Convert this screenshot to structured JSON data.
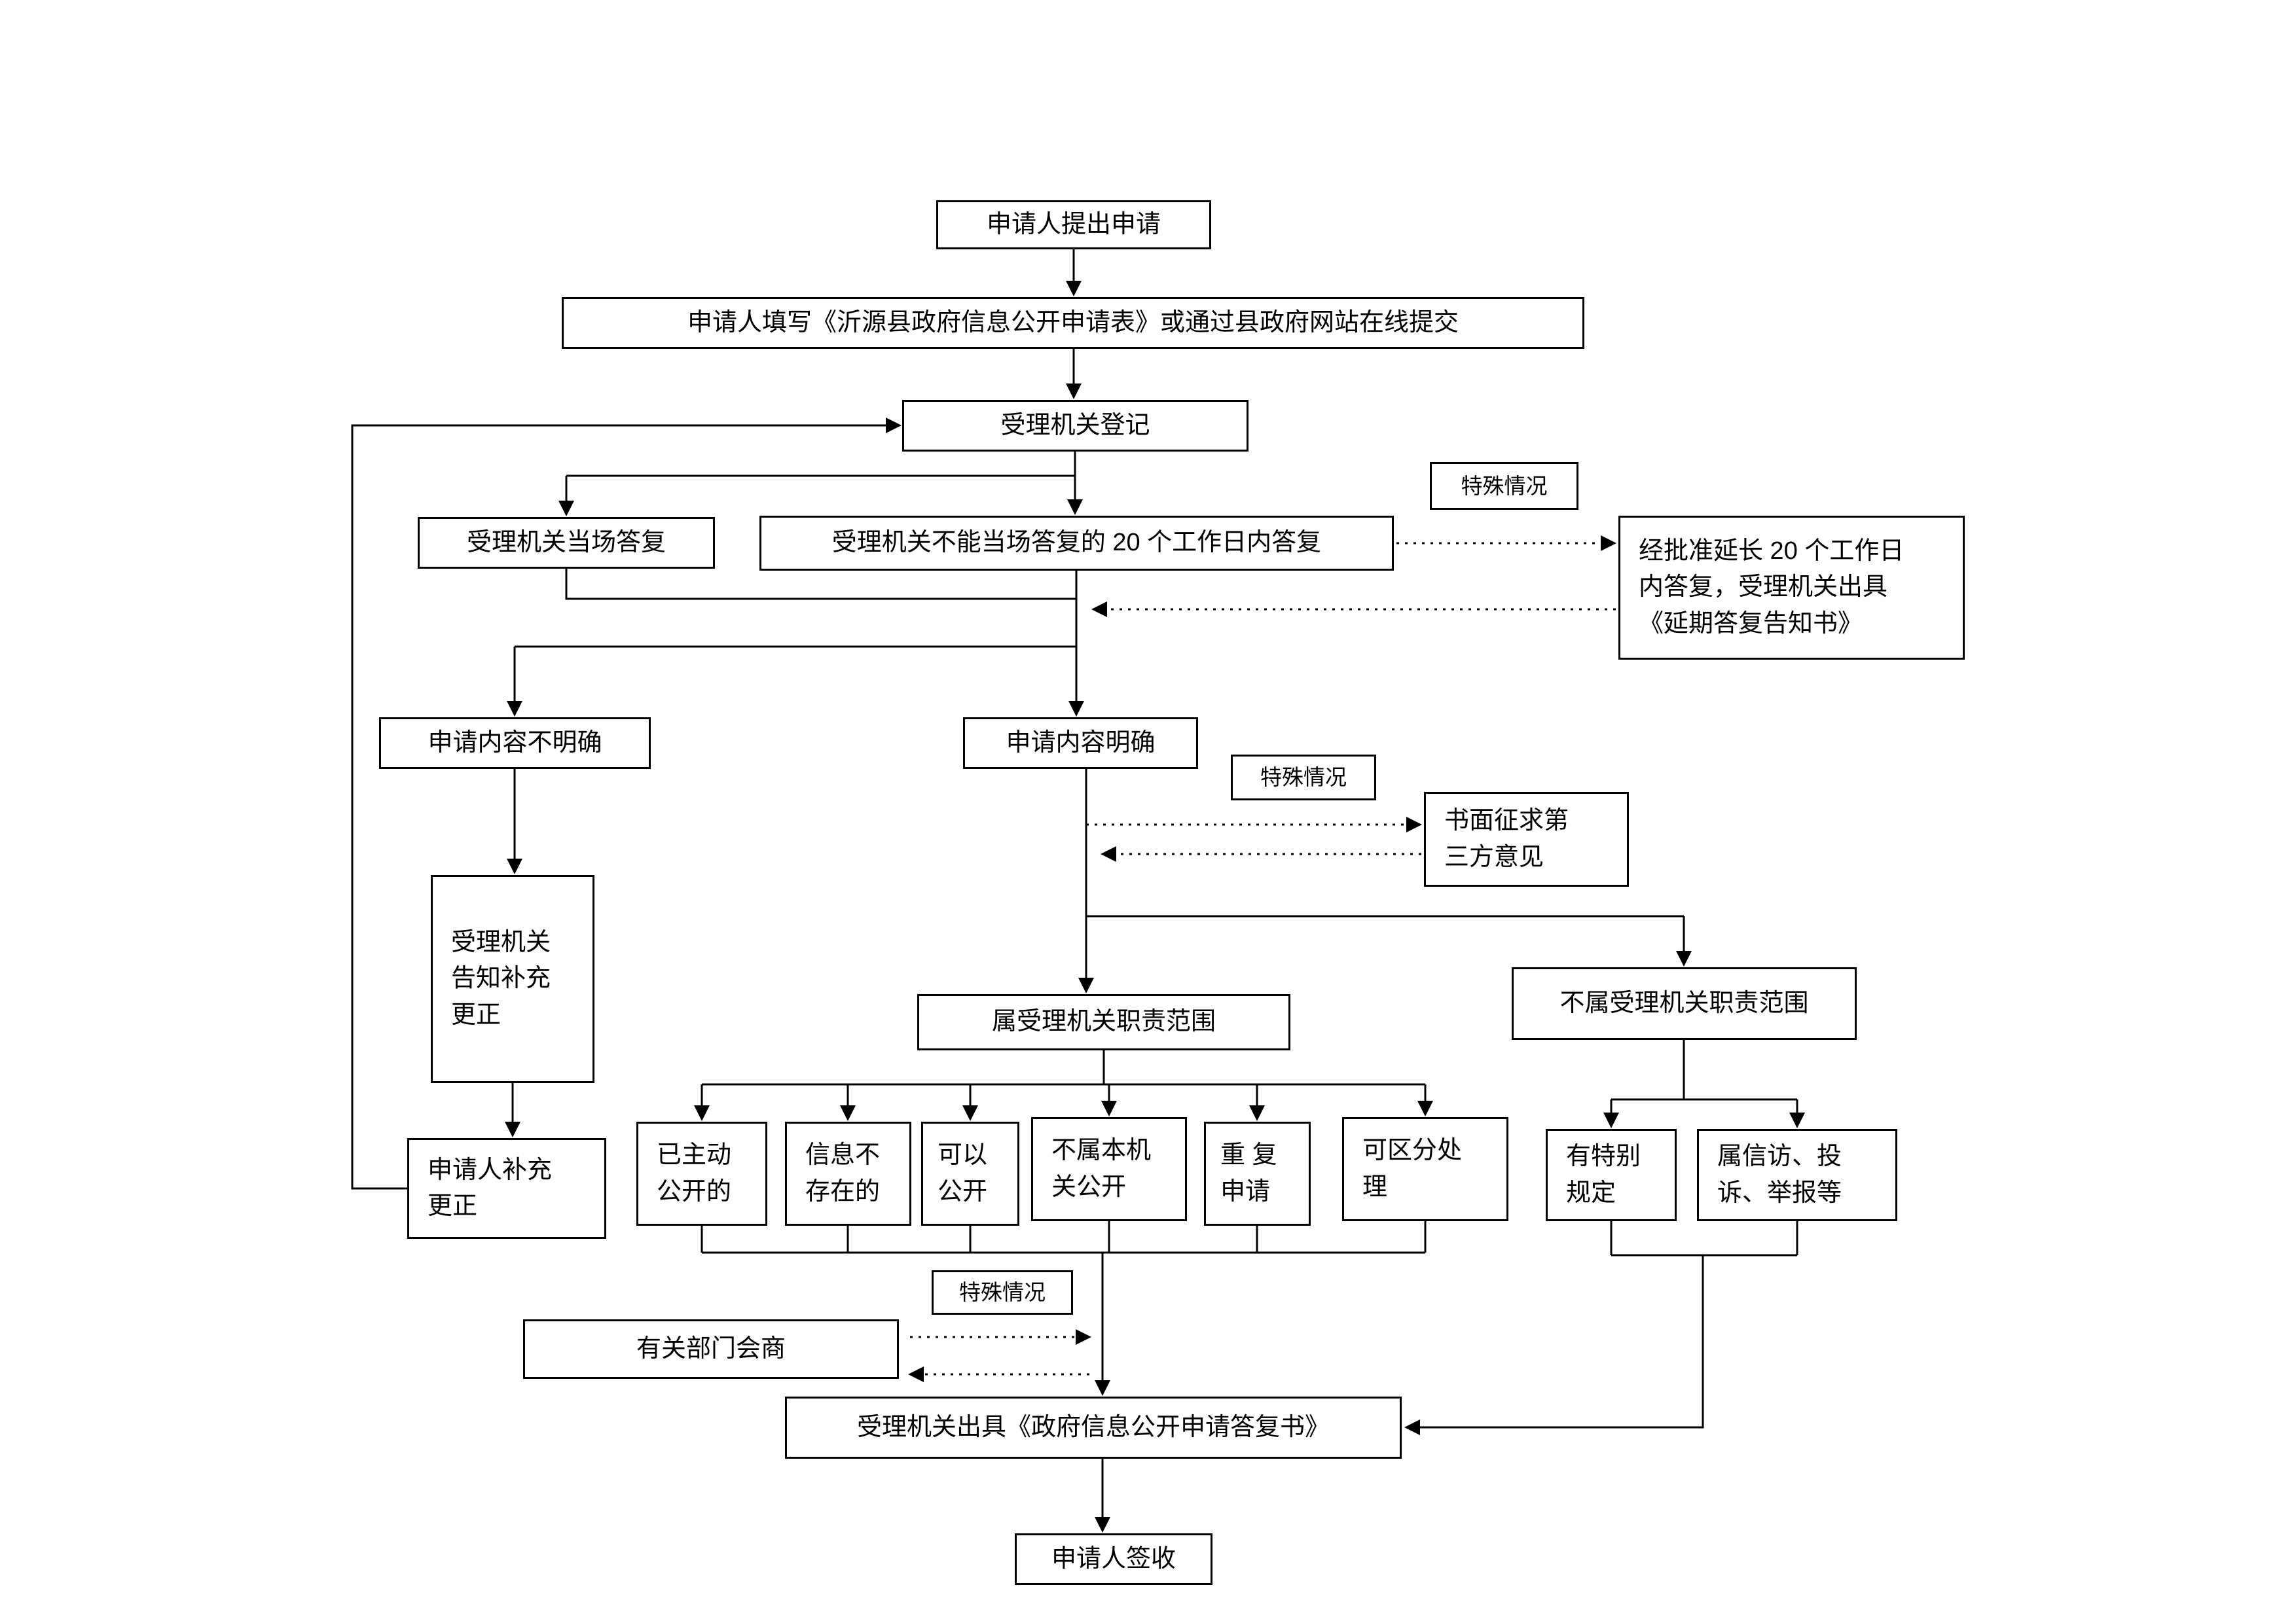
{
  "nodes": {
    "submit": {
      "label": "申请人提出申请"
    },
    "fill_form": {
      "label": "申请人填写《沂源县政府信息公开申请表》或通过县政府网站在线提交"
    },
    "register": {
      "label": "受理机关登记"
    },
    "special1": {
      "label": "特殊情况"
    },
    "onspot_reply": {
      "label": "受理机关当场答复"
    },
    "reply_20days": {
      "label": "受理机关不能当场答复的 20 个工作日内答复"
    },
    "extend": {
      "label": "经批准延长 20 个工作日\n内答复，受理机关出具\n《延期答复告知书》"
    },
    "unclear": {
      "label": "申请内容不明确"
    },
    "clear": {
      "label": "申请内容明确"
    },
    "special2": {
      "label": "特殊情况"
    },
    "third_party": {
      "label": "书面征求第\n三方意见"
    },
    "notify_supplement": {
      "label": "受理机关\n告知补充\n更正"
    },
    "not_in_scope": {
      "label": "不属受理机关职责范围"
    },
    "in_scope": {
      "label": "属受理机关职责范围"
    },
    "supplement": {
      "label": "申请人补充\n更正"
    },
    "already_public": {
      "label": "已主动\n公开的"
    },
    "not_exist": {
      "label": "信息不\n存在的"
    },
    "can_public": {
      "label": "可以\n公开"
    },
    "not_this_org": {
      "label": "不属本机\n关公开"
    },
    "repeat": {
      "label": "重 复\n申请"
    },
    "separable": {
      "label": "可区分处\n理"
    },
    "special_rule": {
      "label": "有特别\n规定"
    },
    "petition": {
      "label": "属信访、投\n诉、举报等"
    },
    "special3": {
      "label": "特殊情况"
    },
    "consult": {
      "label": "有关部门会商"
    },
    "reply_doc": {
      "label": "受理机关出具《政府信息公开申请答复书》"
    },
    "sign": {
      "label": "申请人签收"
    }
  },
  "edges": [
    {
      "from": "submit",
      "to": "fill_form",
      "style": "solid"
    },
    {
      "from": "fill_form",
      "to": "register",
      "style": "solid"
    },
    {
      "from": "register",
      "to": "onspot_reply",
      "style": "solid"
    },
    {
      "from": "register",
      "to": "reply_20days",
      "style": "solid"
    },
    {
      "from": "reply_20days",
      "to": "extend",
      "style": "dotted",
      "label": "特殊情况"
    },
    {
      "from": "extend",
      "to": "reply_20days",
      "style": "dotted"
    },
    {
      "from": "onspot_reply",
      "to": "unclear",
      "style": "solid"
    },
    {
      "from": "reply_20days",
      "to": "unclear",
      "style": "solid"
    },
    {
      "from": "reply_20days",
      "to": "clear",
      "style": "solid"
    },
    {
      "from": "unclear",
      "to": "notify_supplement",
      "style": "solid"
    },
    {
      "from": "notify_supplement",
      "to": "supplement",
      "style": "solid"
    },
    {
      "from": "supplement",
      "to": "register",
      "style": "solid"
    },
    {
      "from": "clear",
      "to": "third_party",
      "style": "dotted",
      "label": "特殊情况"
    },
    {
      "from": "third_party",
      "to": "clear",
      "style": "dotted"
    },
    {
      "from": "clear",
      "to": "in_scope",
      "style": "solid"
    },
    {
      "from": "clear",
      "to": "not_in_scope",
      "style": "solid"
    },
    {
      "from": "in_scope",
      "to": "already_public",
      "style": "solid"
    },
    {
      "from": "in_scope",
      "to": "not_exist",
      "style": "solid"
    },
    {
      "from": "in_scope",
      "to": "can_public",
      "style": "solid"
    },
    {
      "from": "in_scope",
      "to": "not_this_org",
      "style": "solid"
    },
    {
      "from": "in_scope",
      "to": "repeat",
      "style": "solid"
    },
    {
      "from": "in_scope",
      "to": "separable",
      "style": "solid"
    },
    {
      "from": "not_in_scope",
      "to": "special_rule",
      "style": "solid"
    },
    {
      "from": "not_in_scope",
      "to": "petition",
      "style": "solid"
    },
    {
      "from": "already_public",
      "to": "reply_doc",
      "style": "solid"
    },
    {
      "from": "not_exist",
      "to": "reply_doc",
      "style": "solid"
    },
    {
      "from": "can_public",
      "to": "reply_doc",
      "style": "solid"
    },
    {
      "from": "not_this_org",
      "to": "reply_doc",
      "style": "solid"
    },
    {
      "from": "repeat",
      "to": "reply_doc",
      "style": "solid"
    },
    {
      "from": "separable",
      "to": "reply_doc",
      "style": "solid"
    },
    {
      "from": "special_rule",
      "to": "reply_doc",
      "style": "solid"
    },
    {
      "from": "petition",
      "to": "reply_doc",
      "style": "solid"
    },
    {
      "from": "consult",
      "to": "reply_doc",
      "style": "dotted",
      "label": "特殊情况"
    },
    {
      "from": "reply_doc",
      "to": "consult",
      "style": "dotted"
    },
    {
      "from": "reply_doc",
      "to": "sign",
      "style": "solid"
    }
  ]
}
